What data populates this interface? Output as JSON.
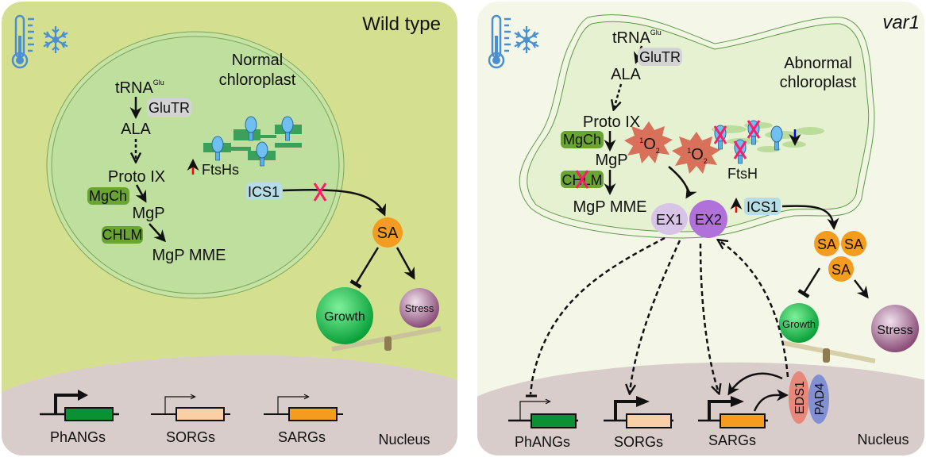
{
  "panels": {
    "wild_type": {
      "title": "Wild type",
      "chloroplast_label_1": "Normal",
      "chloroplast_label_2": "chloroplast",
      "trna": "tRNA",
      "trna_sup": "Glu",
      "glutr": "GluTR",
      "ala": "ALA",
      "proto": "Proto IX",
      "mgch": "MgCh",
      "mgp": "MgP",
      "chlm": "CHLM",
      "mgpmme": "MgP MME",
      "ftsh": "FtsHs",
      "ics1": "ICS1",
      "sa": "SA",
      "growth": "Growth",
      "stress": "Stress",
      "genes": [
        "PhANGs",
        "SORGs",
        "SARGs"
      ],
      "nucleus": "Nucleus"
    },
    "var1": {
      "title": "var1",
      "chloroplast_label_1": "Abnormal",
      "chloroplast_label_2": "chloroplast",
      "trna": "tRNA",
      "trna_sup": "Glu",
      "glutr": "GluTR",
      "ala": "ALA",
      "proto": "Proto IX",
      "mgch": "MgCh",
      "mgp": "MgP",
      "chlm": "CHLM",
      "mgpmme": "MgP MME",
      "singlet_oxygen_sup": "1",
      "singlet_oxygen": "O",
      "singlet_oxygen_sub": "2",
      "ftsh": "FtsH",
      "ex1": "EX1",
      "ex2": "EX2",
      "ics1": "ICS1",
      "sa": "SA",
      "growth": "Growth",
      "stress": "Stress",
      "eds1": "EDS1",
      "pad4": "PAD4",
      "genes": [
        "PhANGs",
        "SORGs",
        "SARGs"
      ],
      "nucleus": "Nucleus"
    }
  },
  "colors": {
    "wt_background": "#d4e08f",
    "var1_background": "#f4f7e8",
    "chloroplast_wt": "#bfe09f",
    "chloroplast_var1": "#e6f1d2",
    "nucleus": "#d9cdcb",
    "enzyme_green": "#6aa532",
    "glutr_grey": "#d3d3d3",
    "ics1_blue": "#b6dde6",
    "sa_orange": "#f39c1f",
    "inhibit_x": "#ff1a6c",
    "up_arrow": "#ff0000",
    "down_arrow": "#0000ff",
    "phangs": "#0a9232",
    "sorgs": "#fbcfa5",
    "sargs": "#f39c1f",
    "singlet_oxygen": "#d8705a",
    "ex1": "#d8c4e6",
    "ex2": "#b072da",
    "eds1": "#e8887a",
    "pad4": "#8090d0"
  },
  "icons": [
    "thermometer-icon",
    "snowflake-icon",
    "ftsh-protein-icon",
    "inhibition-x-icon",
    "seesaw-icon",
    "promoter-arrow-icon"
  ]
}
